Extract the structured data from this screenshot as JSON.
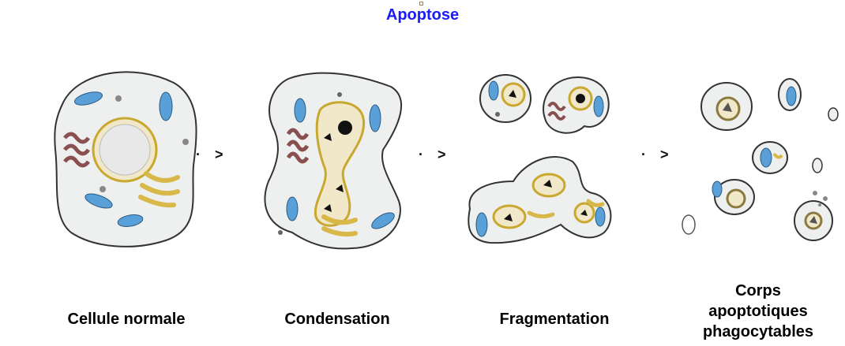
{
  "title": "Apoptose",
  "arrow_symbol": ">",
  "arrow_dot": "·",
  "stages": [
    {
      "label": "Cellule normale"
    },
    {
      "label": "Condensation"
    },
    {
      "label": "Fragmentation"
    },
    {
      "label_lines": [
        "Corps",
        "apoptotiques",
        "phagocytables"
      ]
    }
  ],
  "colors": {
    "title": "#1a1aff",
    "cytoplasm": "#eef0f0",
    "membrane": "#333333",
    "mitochondria": "#5aa0d8",
    "golgi": "#d9b84a",
    "er": "#b07070",
    "nucleus": "#f0e8c8"
  }
}
